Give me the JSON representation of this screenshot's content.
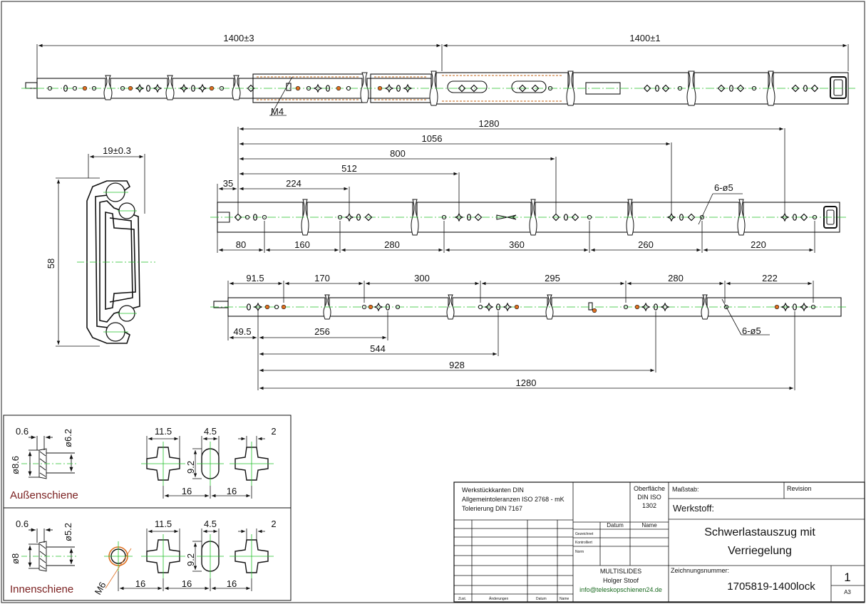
{
  "colors": {
    "line": "#111111",
    "center": "#22c02a",
    "accent": "#e07020",
    "section_label": "#7a1f1f"
  },
  "top_view": {
    "dim_left": "1400±3",
    "dim_right": "1400±1",
    "thread_label": "M4"
  },
  "profile": {
    "width_dim": "19±0.3",
    "height_dim": "58"
  },
  "outer_rail": {
    "top_dims": [
      "35",
      "224",
      "512",
      "800",
      "1056",
      "1280"
    ],
    "bottom_dims": [
      "80",
      "160",
      "280",
      "360",
      "260",
      "220"
    ],
    "hole_label": "6-ø5"
  },
  "inner_rail": {
    "top_dims": [
      "91.5",
      "170",
      "300",
      "295",
      "280",
      "222"
    ],
    "bottom_dims": [
      "49.5",
      "256",
      "544",
      "928",
      "1280"
    ],
    "hole_label": "6-ø5"
  },
  "details": {
    "outer": {
      "label": "Außenschiene",
      "d1": "0.6",
      "d2": "ø6.2",
      "d3": "ø8.6",
      "w1": "11.5",
      "w2": "4.5",
      "w3": "2",
      "h": "9.2",
      "s1": "16",
      "s2": "16"
    },
    "inner": {
      "label": "Innenschiene",
      "d1": "0.6",
      "d2": "ø5.2",
      "d3": "ø8",
      "w1": "11.5",
      "w2": "4.5",
      "w3": "2",
      "h": "9.2",
      "s0": "16",
      "s1": "16",
      "s2": "16",
      "thread": "M6"
    }
  },
  "title_block": {
    "notes": [
      "Werkstückkanten DIN",
      "Allgemeintoleranzen ISO 2768 - mK",
      "Tolerierung DIN 7167"
    ],
    "surface": [
      "Oberfläche",
      "DIN ISO",
      "1302"
    ],
    "scale_label": "Maßstab:",
    "revision_label": "Revision",
    "material_label": "Werkstoff:",
    "date_header": "Datum",
    "name_header": "Name",
    "rows": [
      "Gezeichnet",
      "Kontrolliert",
      "Norm"
    ],
    "title": [
      "Schwerlastauszug mit",
      "Verriegelung"
    ],
    "company": [
      "MULTISLIDES",
      "Holger Stoof"
    ],
    "email": "info@teleskopschienen24.de",
    "drawing_number_label": "Zeichnungsnummer:",
    "drawing_number": "1705819-1400lock",
    "sheet": "1",
    "format": "A3",
    "bottom_labels": [
      "Zust.",
      "Änderungen",
      "Datum",
      "Name"
    ]
  }
}
